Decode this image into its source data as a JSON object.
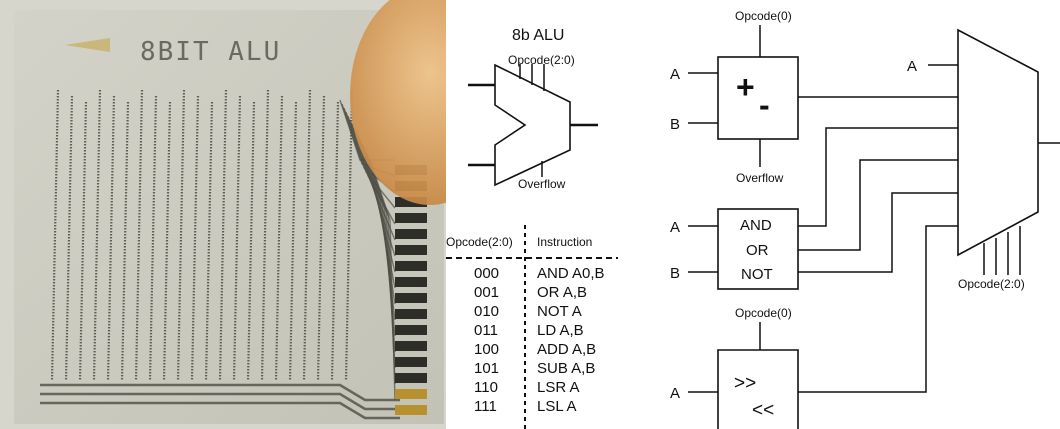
{
  "photo": {
    "chip_label": "8BIT ALU",
    "colors": {
      "film": "#cfcfc4",
      "background": "#d7d6cc",
      "trace": "#4d4d45",
      "finger": "#d9a05d"
    }
  },
  "alu_symbol": {
    "title": "8b ALU",
    "opcode_label": "Opcode(2:0)",
    "overflow_label": "Overflow"
  },
  "opcode_table": {
    "headers": [
      "Opcode(2:0)",
      "Instruction"
    ],
    "rows": [
      {
        "code": "000",
        "instruction": "AND A0,B"
      },
      {
        "code": "001",
        "instruction": "OR A,B"
      },
      {
        "code": "010",
        "instruction": "NOT A"
      },
      {
        "code": "011",
        "instruction": "LD A,B"
      },
      {
        "code": "100",
        "instruction": "ADD A,B"
      },
      {
        "code": "101",
        "instruction": "SUB A,B"
      },
      {
        "code": "110",
        "instruction": "LSR A"
      },
      {
        "code": "111",
        "instruction": "LSL A"
      }
    ]
  },
  "block_diagram": {
    "adder": {
      "opcode_label": "Opcode(0)",
      "symbol_plus": "+",
      "symbol_minus": "-",
      "input_a": "A",
      "input_b": "B",
      "overflow_label": "Overflow"
    },
    "logic": {
      "lines": [
        "AND",
        "OR",
        "NOT"
      ],
      "input_a": "A",
      "input_b": "B"
    },
    "shifter": {
      "opcode_label": "Opcode(0)",
      "symbol_right": ">>",
      "symbol_left": "<<",
      "input_a": "A"
    },
    "mux": {
      "input_a": "A",
      "opcode_label": "Opcode(2:0)"
    }
  }
}
